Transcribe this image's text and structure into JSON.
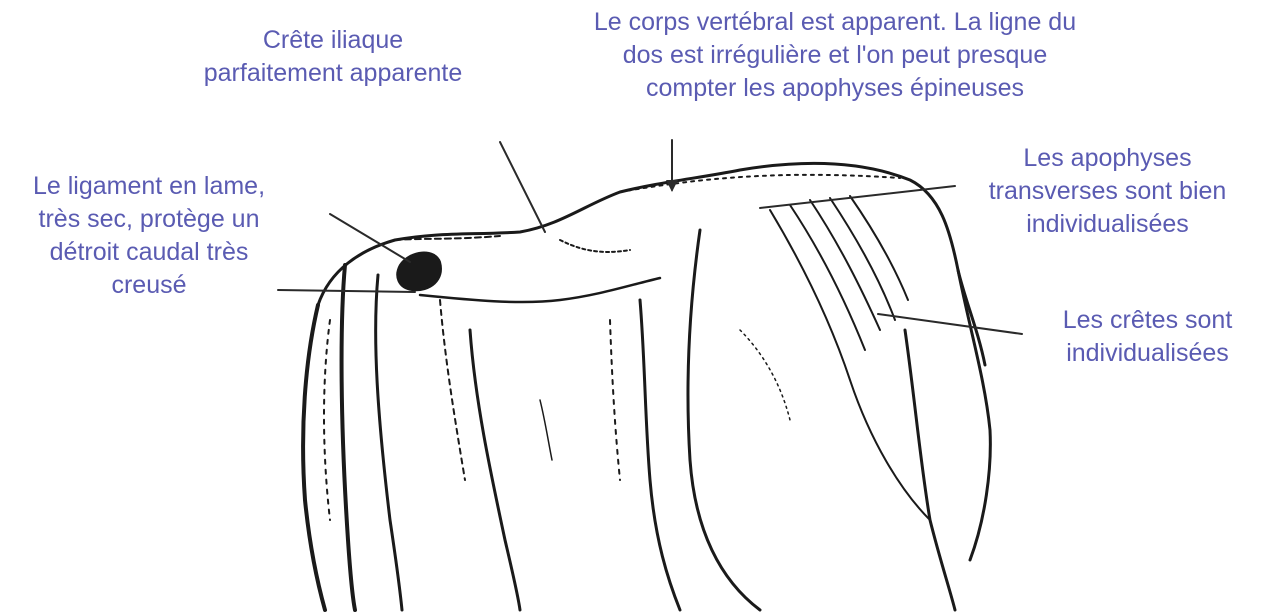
{
  "labels": {
    "crete_iliaque": [
      "Crête iliaque",
      "parfaitement apparente"
    ],
    "corps_vertebral": [
      "Le corps vertébral est apparent. La ligne du",
      "dos est irrégulière et l'on peut presque",
      "compter les apophyses épineuses"
    ],
    "ligament": [
      "Le ligament en lame,",
      "très sec, protège un",
      "détroit caudal très",
      "creusé"
    ],
    "apophyses": [
      "Les apophyses",
      "transverses sont bien",
      "individualisées"
    ],
    "cretes": [
      "Les crêtes sont",
      "individualisées"
    ]
  },
  "colors": {
    "label_text": "#5a5bb2",
    "ink": "#1a1a1a",
    "arrow": "#2a2a2a"
  }
}
